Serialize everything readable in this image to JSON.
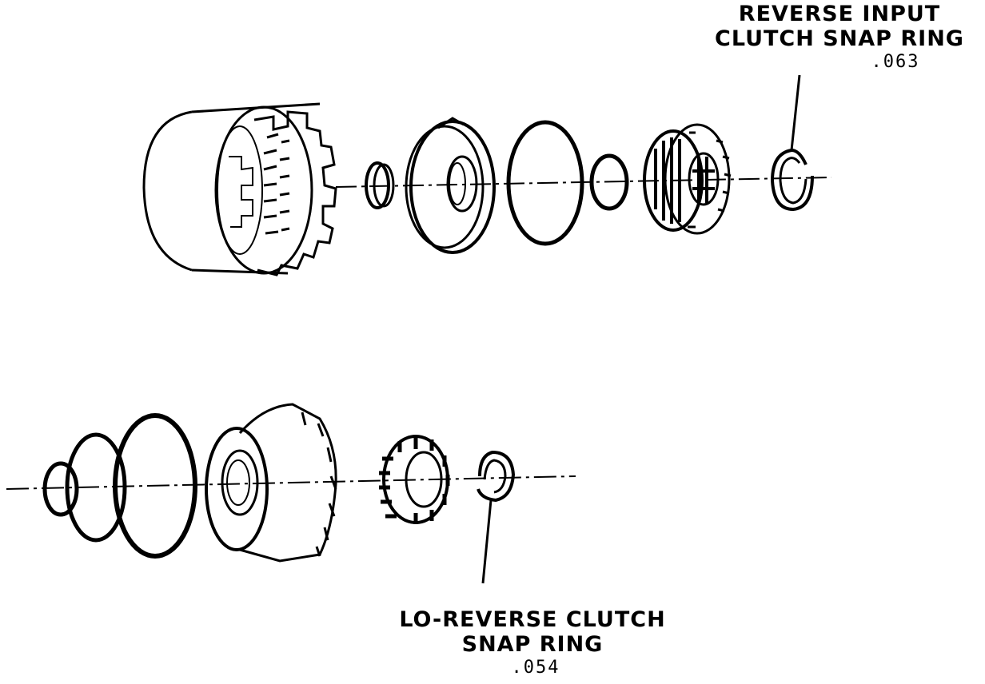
{
  "callouts": {
    "reverse_input": {
      "line1": "REVERSE INPUT",
      "line2": "CLUTCH SNAP RING",
      "value": ".063"
    },
    "lo_reverse": {
      "line1": "LO-REVERSE CLUTCH",
      "line2": "SNAP RING",
      "value": ".054"
    }
  },
  "colors": {
    "ink": "#000000",
    "background": "#ffffff"
  }
}
